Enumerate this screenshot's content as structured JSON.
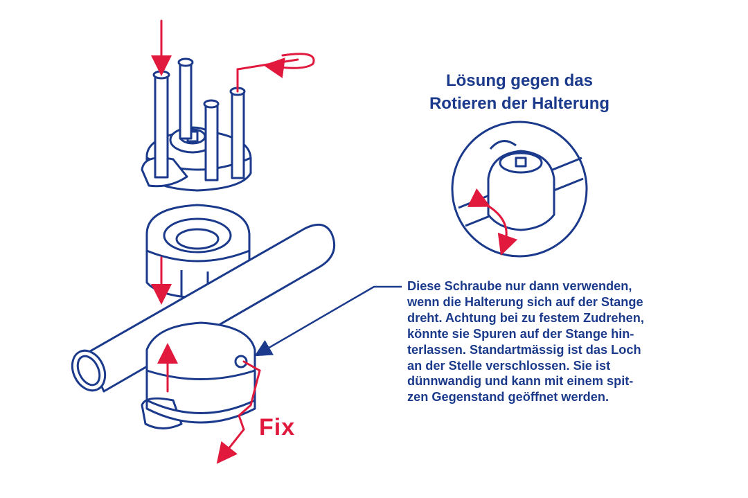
{
  "title_lines": [
    "Lösung gegen das",
    "Rotieren der Halterung"
  ],
  "note_lines": [
    "Diese Schraube nur dann verwenden,",
    "wenn die Halterung sich auf der Stange",
    "dreht. Achtung bei zu festem Zudrehen,",
    "könnte sie Spuren auf der Stange hin-",
    "terlassen. Standartmässig ist das Loch",
    "an der Stelle verschlossen. Sie ist",
    "dünnwandig und kann mit einem spit-",
    "zen Gegenstand geöffnet werden."
  ],
  "fix_label": "Fix",
  "colors": {
    "ink": "#1b3a8c",
    "accent": "#e0193d",
    "fill": "#ffffff"
  }
}
